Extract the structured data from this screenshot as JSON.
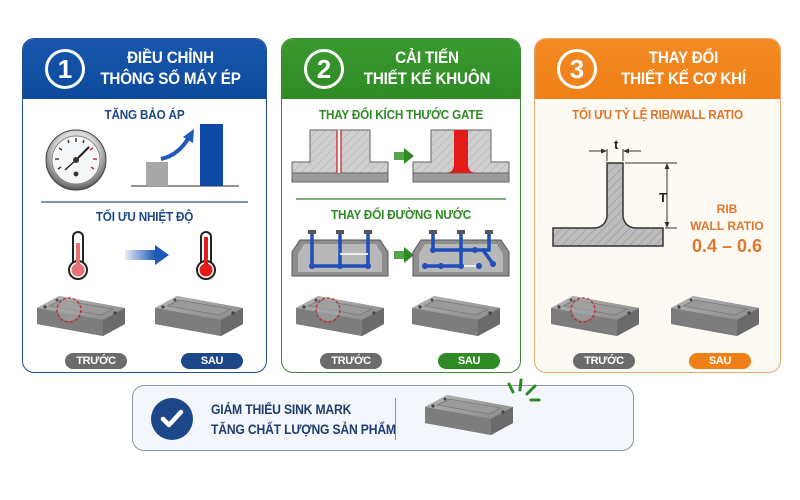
{
  "colors": {
    "blue": "#0d4a9c",
    "green": "#2f8a26",
    "orange": "#ef7f16",
    "gray_badge": "#6b6b6b",
    "red_highlight": "#e21b1b",
    "pipe_blue": "#1f4fb8"
  },
  "panels": [
    {
      "number": "1",
      "title_line1": "ĐIỀU CHỈNH",
      "title_line2": "THÔNG SỐ MÁY ÉP",
      "sections": [
        {
          "subtitle": "TĂNG BẢO ÁP",
          "icons": [
            "pressure-gauge-icon",
            "bar-increase-icon"
          ]
        },
        {
          "subtitle": "TỐI ƯU NHIỆT ĐỘ",
          "icons": [
            "thermometer-low-icon",
            "arrow-right-icon",
            "thermometer-high-icon"
          ]
        }
      ],
      "before_label": "TRƯỚC",
      "after_label": "SAU"
    },
    {
      "number": "2",
      "title_line1": "CẢI TIẾN",
      "title_line2": "THIẾT KẾ KHUÔN",
      "sections": [
        {
          "subtitle": "THAY ĐỔI KÍCH THƯỚC GATE",
          "icons": [
            "gate-narrow-icon",
            "arrow-right-icon",
            "gate-wide-icon"
          ]
        },
        {
          "subtitle": "THAY ĐỔI ĐƯỜNG NƯỚC",
          "icons": [
            "cooling-channel-old-icon",
            "arrow-right-icon",
            "cooling-channel-new-icon"
          ]
        }
      ],
      "before_label": "TRƯỚC",
      "after_label": "SAU"
    },
    {
      "number": "3",
      "title_line1": "THAY ĐỔI",
      "title_line2": "THIẾT KẾ CƠ KHÍ",
      "sections": [
        {
          "subtitle": "TỐI ƯU TỶ LỆ RIB/WALL RATIO",
          "diagram": {
            "rib_thickness_label": "t",
            "wall_thickness_label": "T",
            "ratio_label_line1": "RIB",
            "ratio_label_line2": "WALL RATIO",
            "ratio_value": "0.4 – 0.6"
          }
        }
      ],
      "before_label": "TRƯỚC",
      "after_label": "SAU"
    }
  ],
  "banner": {
    "line1": "GIẢM THIỂU SINK MARK",
    "line2": "TĂNG CHẤT LƯỢNG SẢN PHẨM",
    "icon": "checkmark-icon",
    "image": "finished-part-icon"
  }
}
